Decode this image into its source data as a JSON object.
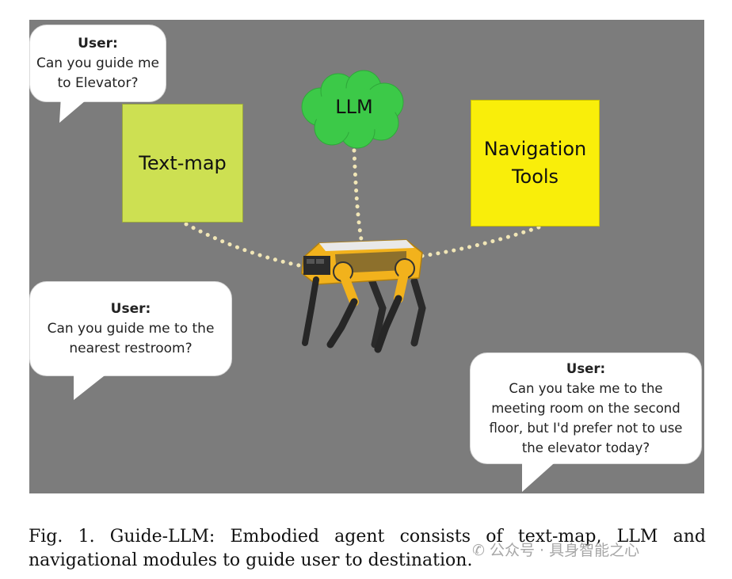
{
  "bubbles": [
    {
      "speaker": "User:",
      "text": [
        "Can you guide me",
        "to Elevator?"
      ]
    },
    {
      "speaker": "User:",
      "text": [
        "Can you guide me to the",
        "nearest restroom?"
      ]
    },
    {
      "speaker": "User:",
      "text": [
        "Can you take me to the",
        "meeting room on the second",
        "floor, but I'd prefer not to use",
        "the elevator today?"
      ]
    }
  ],
  "modules": {
    "text_map": "Text-map",
    "llm": "LLM",
    "navigation": [
      "Navigation",
      "Tools"
    ]
  },
  "caption": {
    "line1": "Fig. 1.   Guide-LLM: Embodied agent consists of text-map, LLM and",
    "line2": "navigational modules to guide user to destination."
  },
  "watermark": "公众号 · 具身智能之心",
  "colors": {
    "background": "#7c7c7c",
    "text_map": "#cde052",
    "llm": "#3cc948",
    "navigation": "#f9ee0a",
    "robot": "#f2b21c"
  }
}
